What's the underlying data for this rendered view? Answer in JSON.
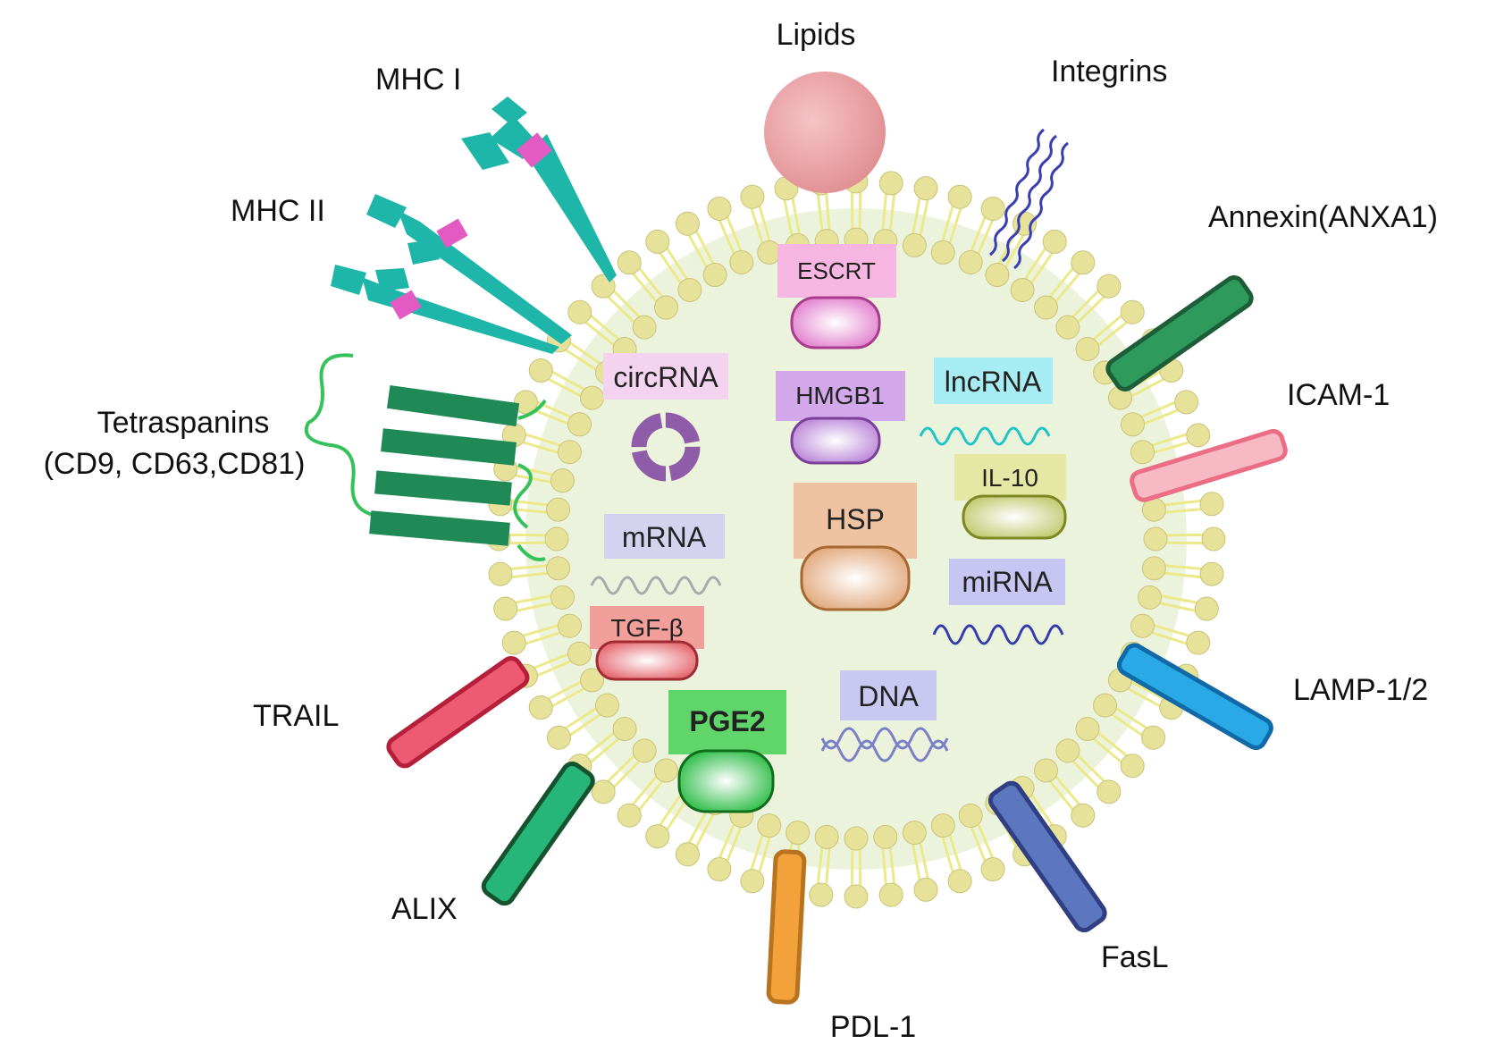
{
  "membrane_labels": {
    "lipids": "Lipids",
    "integrins": "Integrins",
    "mhc1": "MHC I",
    "mhc2": "MHC II",
    "annexin": "Annexin(ANXA1)",
    "icam": "ICAM-1",
    "tetraspanins_line1": "Tetraspanins",
    "tetraspanins_line2": "(CD9, CD63,CD81)",
    "lamp": "LAMP-1/2",
    "trail": "TRAIL",
    "alix": "ALIX",
    "fasl": "FasL",
    "pdl1": "PDL-1"
  },
  "cargo_labels": {
    "escrt": "ESCRT",
    "hmgb1": "HMGB1",
    "circrna": "circRNA",
    "lncrna": "lncRNA",
    "il10": "IL-10",
    "hsp": "HSP",
    "mrna": "mRNA",
    "mirna": "miRNA",
    "tgfb": "TGF-β",
    "pge2": "PGE2",
    "dna": "DNA"
  },
  "colors": {
    "vesicle_fill": "#ecf3dc",
    "lipid_head": "#e6e29a",
    "lipid_tail": "#ece98a",
    "lipid_ball": "#e8a4a6",
    "mhc": "#1fb6aa",
    "peptide": "#e35bc2",
    "tetraspanin": "#1f8a56",
    "tetraspanin_loop": "#35c25a",
    "annexin": "#2e9a5c",
    "icam": "#f7b9c3",
    "lamp": "#29a9e6",
    "trail": "#ee5a72",
    "alix": "#27b67a",
    "fasl": "#5d76c0",
    "pdl1": "#f3a23b",
    "integrin": "#3a3fb0"
  }
}
